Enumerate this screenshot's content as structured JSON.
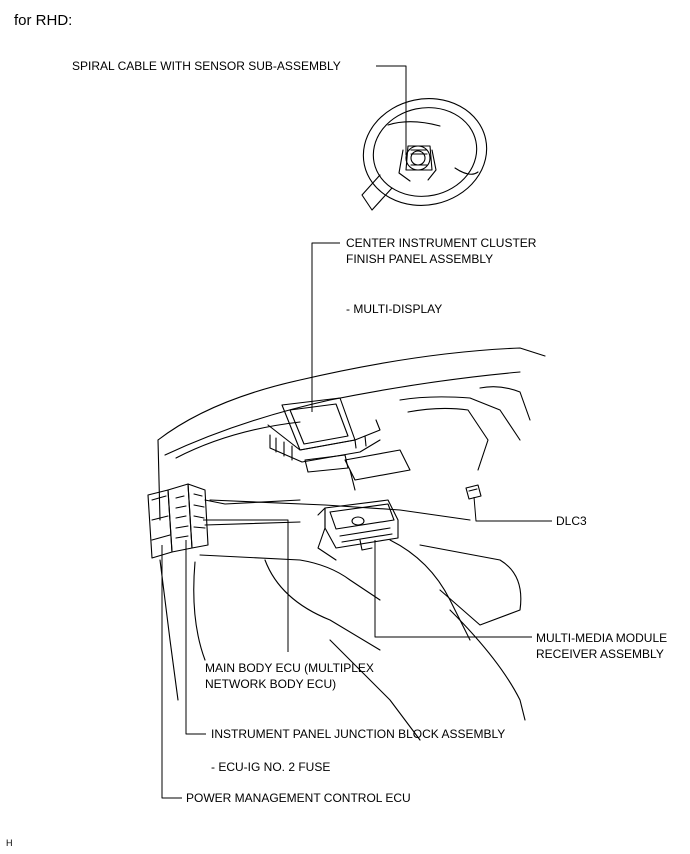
{
  "heading": "for RHD:",
  "labels": {
    "spiral_cable": "SPIRAL CABLE WITH SENSOR SUB-ASSEMBLY",
    "center_cluster_line1": "CENTER INSTRUMENT CLUSTER",
    "center_cluster_line2": "FINISH PANEL ASSEMBLY",
    "multi_display": "- MULTI-DISPLAY",
    "dlc3": "DLC3",
    "multimedia_line1": "MULTI-MEDIA MODULE",
    "multimedia_line2": "RECEIVER ASSEMBLY",
    "main_body_line1": "MAIN BODY ECU (MULTIPLEX",
    "main_body_line2": "NETWORK BODY ECU)",
    "junction_block": "INSTRUMENT PANEL JUNCTION BLOCK ASSEMBLY",
    "ecu_ig_fuse": "- ECU-IG NO. 2 FUSE",
    "power_mgmt": "POWER MANAGEMENT CONTROL ECU"
  },
  "corner_mark": "H"
}
